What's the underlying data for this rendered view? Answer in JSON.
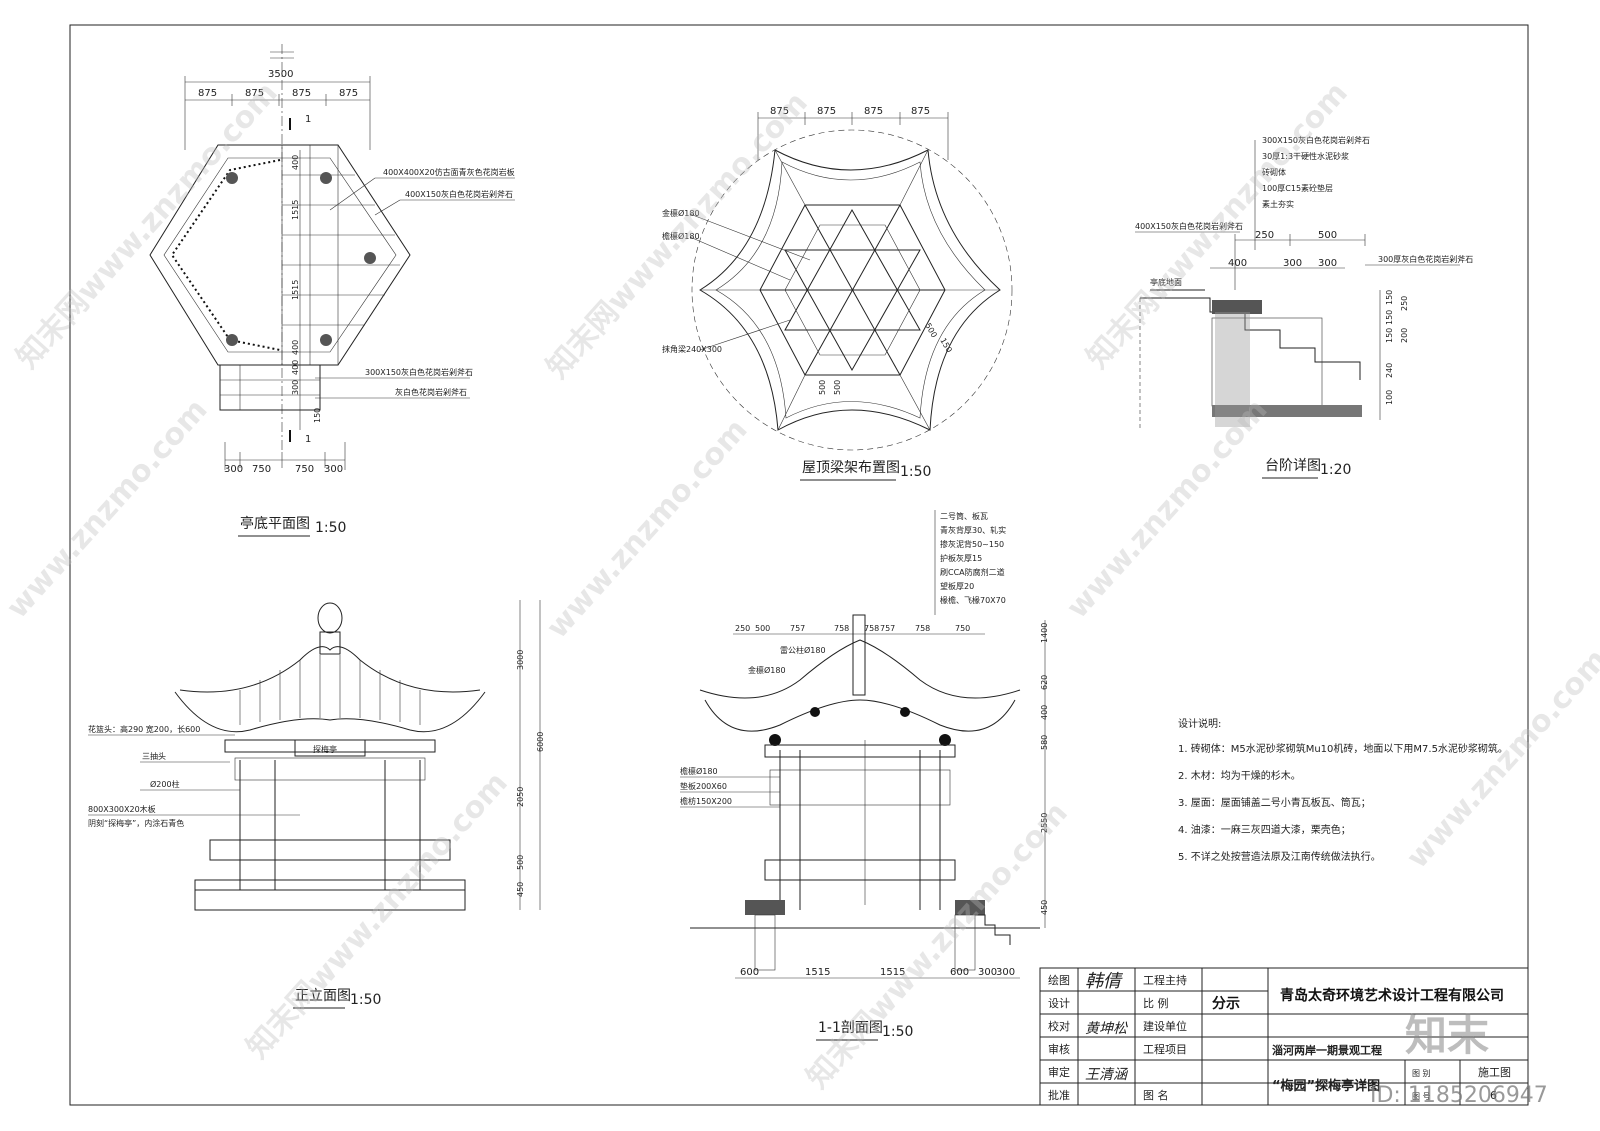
{
  "watermarks": [
    "知末网www.znzmo.com",
    "知末网www.znzmo.com",
    "知末网www.znzmo.com",
    "www.znzmo.com",
    "www.znzmo.com",
    "www.znzmo.com",
    "知末网www.znzmo.com",
    "知末网www.znzmo.com",
    "www.znzmo.com"
  ],
  "brand": {
    "logo": "知末",
    "id": "ID: 1185206947"
  },
  "plan": {
    "title": "亭底平面图",
    "scale": "1:50",
    "dims_top_total": "3500",
    "dims_top": [
      "875",
      "875",
      "875",
      "875"
    ],
    "dims_bottom": [
      "300",
      "750",
      "750",
      "300"
    ],
    "dims_right": [
      "400",
      "1515",
      "1515",
      "400",
      "400",
      "300",
      "150"
    ],
    "section_mark": "1",
    "notes": [
      "400X400X20仿古面青灰色花岗岩板",
      "400X150灰白色花岗岩剁斧石",
      "300X150灰白色花岗岩剁斧石",
      "灰白色花岗岩剁斧石"
    ]
  },
  "roof": {
    "title": "屋顶梁架布置图",
    "scale": "1:50",
    "dims_top": [
      "875",
      "875",
      "875",
      "875"
    ],
    "dims_right": [
      "500",
      "150"
    ],
    "dims_left": [
      "500",
      "500"
    ],
    "notes": [
      "金檩Ø180",
      "檐檩Ø180",
      "抹角梁240X300"
    ]
  },
  "step": {
    "title": "台阶详图",
    "scale": "1:20",
    "dims_top": [
      "250",
      "500"
    ],
    "dims_mid": [
      "400",
      "300",
      "300"
    ],
    "dims_right": [
      "150",
      "150",
      "150",
      "250",
      "200",
      "240",
      "100"
    ],
    "notes_stack": [
      "300X150灰白色花岗岩剁斧石",
      "30厚1:3干硬性水泥砂浆",
      "砖砌体",
      "100厚C15素砼垫层",
      "素土夯实"
    ],
    "notes": [
      "400X150灰白色花岗岩剁斧石",
      "亭底地面",
      "300厚灰白色花岗岩剁斧石"
    ]
  },
  "elevation": {
    "title": "正立面图",
    "scale": "1:50",
    "plaque": "探梅亭",
    "dims_right": [
      "3000",
      "6000",
      "2050",
      "500",
      "450"
    ],
    "notes": [
      "花篮头：高290 宽200，长600",
      "三抽头",
      "Ø200柱",
      "800X300X20木板",
      "阴刻“探梅亭”，内涂石青色"
    ]
  },
  "section": {
    "title": "1-1剖面图",
    "scale": "1:50",
    "dims_top": [
      "250",
      "500",
      "757",
      "758",
      "758",
      "757",
      "758",
      "750"
    ],
    "dims_bottom": [
      "600",
      "1515",
      "1515",
      "600",
      "300",
      "300"
    ],
    "dims_right": [
      "1400",
      "620",
      "400",
      "580",
      "2550",
      "450"
    ],
    "layers": [
      "二号筒、板瓦",
      "青灰背厚30、轧实",
      "掺灰泥背50~150",
      "护板灰厚15",
      "刷CCA防腐剂二道",
      "望板厚20",
      "椽檐、飞椽70X70"
    ],
    "notes": [
      "雷公柱Ø180",
      "金檩Ø180",
      "檐檩Ø180",
      "垫板200X60",
      "檐枋150X200"
    ]
  },
  "design_notes": {
    "heading": "设计说明:",
    "items": [
      "1.  砖砌体：M5水泥砂浆砌筑Mu10机砖，地面以下用M7.5水泥砂浆砌筑。",
      "2.  木材：均为干燥的杉木。",
      "3.  屋面：屋面铺盖二号小青瓦板瓦、筒瓦；",
      "4.  油漆：一麻三灰四道大漆，栗壳色；",
      "5.  不详之处按营造法原及江南传统做法执行。"
    ]
  },
  "title_block": {
    "roles": [
      "绘图",
      "设计",
      "校对",
      "审核",
      "审定",
      "批准"
    ],
    "signatures": [
      "韩倩",
      "",
      "黄坤松",
      "",
      "王清涵",
      ""
    ],
    "mid_labels": [
      "工程主持",
      "比    例",
      "建设单位",
      "工程项目",
      "图    名"
    ],
    "scale_value": "分示",
    "company": "青岛太奇环境艺术设计工程有限公司",
    "project": "淄河两岸一期景观工程",
    "drawing_name": "“梅园”探梅亭详图",
    "category_label": "图    别",
    "category_value": "施工图",
    "number_label": "图    号",
    "number_value": "6"
  }
}
